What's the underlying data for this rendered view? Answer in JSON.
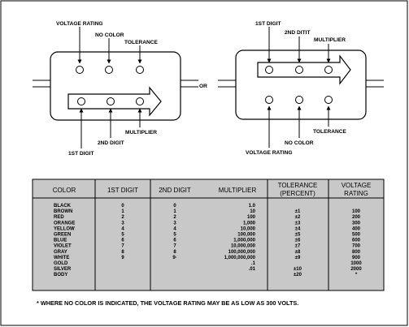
{
  "left_diagram": {
    "labels": {
      "voltage_rating": "VOLTAGE RATING",
      "no_color": "NO COLOR",
      "tolerance": "TOLERANCE",
      "multiplier": "MULTIPLIER",
      "second_digit": "2ND DIGIT",
      "first_digit": "1ST DIGIT"
    }
  },
  "or_label": "OR",
  "right_diagram": {
    "labels": {
      "first_digit": "1ST DIGIT",
      "second_digit": "2ND DITIT",
      "multiplier": "MULTIPLIER",
      "tolerance": "TOLERANCE",
      "no_color": "NO COLOR",
      "voltage_rating": "VOLTAGE RATING"
    }
  },
  "table": {
    "headers": {
      "color": "COLOR",
      "first_digit": "1ST DIGIT",
      "second_digit": "2ND DIGIT",
      "multiplier": "MULTIPLIER",
      "tolerance_1": "TOLERANCE",
      "tolerance_2": "(PERCENT)",
      "voltage_1": "VOLTAGE",
      "voltage_2": "RATING"
    },
    "rows": [
      {
        "color": "BLACK",
        "d1": "0",
        "d2": "0",
        "mult": "1.0",
        "tol": "",
        "volt": ""
      },
      {
        "color": "BROWN",
        "d1": "1",
        "d2": "1",
        "mult": "10",
        "tol": "±1",
        "volt": "100"
      },
      {
        "color": "RED",
        "d1": "2",
        "d2": "2",
        "mult": "100",
        "tol": "±2",
        "volt": "200"
      },
      {
        "color": "ORANGE",
        "d1": "3",
        "d2": "3",
        "mult": "1,000",
        "tol": "±3",
        "volt": "300"
      },
      {
        "color": "YELLOW",
        "d1": "4",
        "d2": "4",
        "mult": "10,000",
        "tol": "±4",
        "volt": "400"
      },
      {
        "color": "GREEN",
        "d1": "5",
        "d2": "5",
        "mult": "100,000",
        "tol": "±5",
        "volt": "500"
      },
      {
        "color": "BLUE",
        "d1": "6",
        "d2": "6",
        "mult": "1,000,000",
        "tol": "±6",
        "volt": "600"
      },
      {
        "color": "VIOLET",
        "d1": "7",
        "d2": "7",
        "mult": "10,000,000",
        "tol": "±7",
        "volt": "700"
      },
      {
        "color": "GRAY",
        "d1": "8",
        "d2": "8",
        "mult": "100,000,000",
        "tol": "±8",
        "volt": "800"
      },
      {
        "color": "WHITE",
        "d1": "9",
        "d2": "9·",
        "mult": "1,000,000,000",
        "tol": "±9",
        "volt": "900"
      },
      {
        "color": "GOLD",
        "d1": "",
        "d2": "",
        "mult": ".1",
        "tol": "",
        "volt": "1000"
      },
      {
        "color": "SILVER",
        "d1": "",
        "d2": "",
        "mult": ".01",
        "tol": "±10",
        "volt": "2000"
      },
      {
        "color": "BODY",
        "d1": "",
        "d2": "",
        "mult": "",
        "tol": "±20",
        "volt": "*"
      }
    ]
  },
  "footnote": "* WHERE NO COLOR IS INDICATED, THE VOLTAGE RATING MAY BE AS LOW AS 300 VOLTS."
}
